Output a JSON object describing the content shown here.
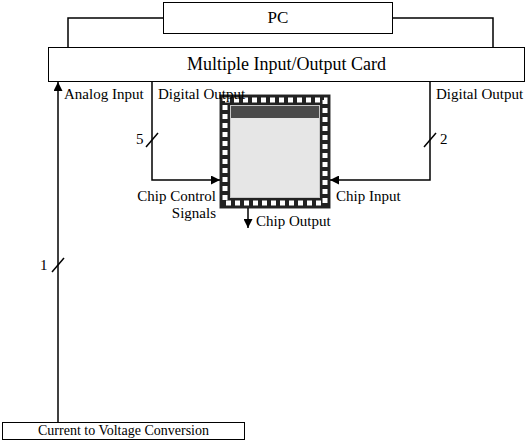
{
  "diagram": {
    "nodes": [
      {
        "text": [
          "PC"
        ]
      },
      {
        "text": [
          "Multiple Input/Output Card"
        ]
      },
      {
        "text": [
          "Current to Voltage Conversion"
        ]
      }
    ],
    "edges": [
      {
        "from": 0,
        "to": 1,
        "arrow": "none"
      },
      {
        "from": 0,
        "to": 1,
        "arrow": "none"
      },
      {
        "from": 2,
        "to": 1,
        "arrow": "to",
        "label": "Analog Input"
      }
    ],
    "labels": [
      "Digital Output",
      "5",
      "Digital Output",
      "2",
      "Chip Control Signals",
      "Chip Input",
      "Chip Output",
      "1"
    ]
  }
}
